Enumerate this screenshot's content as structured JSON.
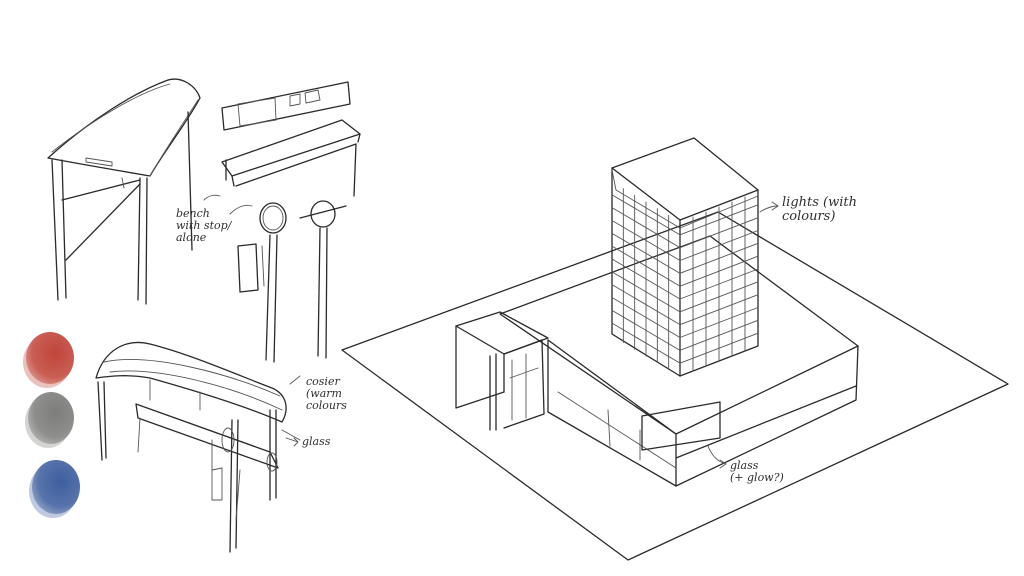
{
  "swatches": [
    {
      "name": "red",
      "color": "#c0453a"
    },
    {
      "name": "grey",
      "color": "#7d7d7b"
    },
    {
      "name": "blue",
      "color": "#3e5e9e"
    }
  ],
  "notes": {
    "bench": "bench\nwith stop/\nalone",
    "cosier": "cosier\n(warm\ncolours",
    "glass_shelter": "glass",
    "lights": "lights (with\ncolours)",
    "glass_building": "glass\n(+ glow?)"
  },
  "colors": {
    "ink": "#2a2a2a",
    "paper": "#ffffff"
  }
}
